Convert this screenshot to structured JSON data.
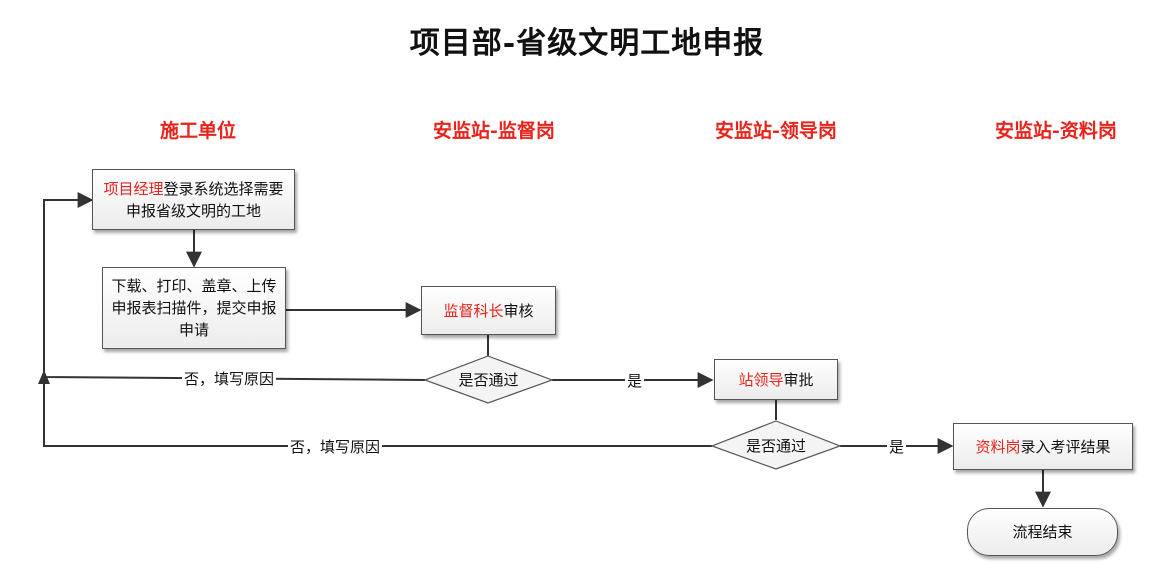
{
  "title": "项目部-省级文明工地申报",
  "lanes": [
    "施工单位",
    "安监站-监督岗",
    "安监站-领导岗",
    "安监站-资料岗"
  ],
  "nodes": {
    "login": {
      "role": "项目经理",
      "text": "登录系统选择需要申报省级文明的工地"
    },
    "submit": {
      "text": "下载、打印、盖章、上传申报表扫描件，提交申报申请"
    },
    "review": {
      "role": "监督科长",
      "text": "审核"
    },
    "decision1": {
      "text": "是否通过"
    },
    "approve": {
      "role": "站领导",
      "text": "审批"
    },
    "decision2": {
      "text": "是否通过"
    },
    "record": {
      "role": "资料岗",
      "text": "录入考评结果"
    },
    "end": {
      "text": "流程结束"
    }
  },
  "edges": {
    "d1_no": "否，填写原因",
    "d1_yes": "是",
    "d2_no": "否，填写原因",
    "d2_yes": "是"
  },
  "colors": {
    "accent": "#e8231b",
    "line": "#333333",
    "box_border": "#555555"
  }
}
